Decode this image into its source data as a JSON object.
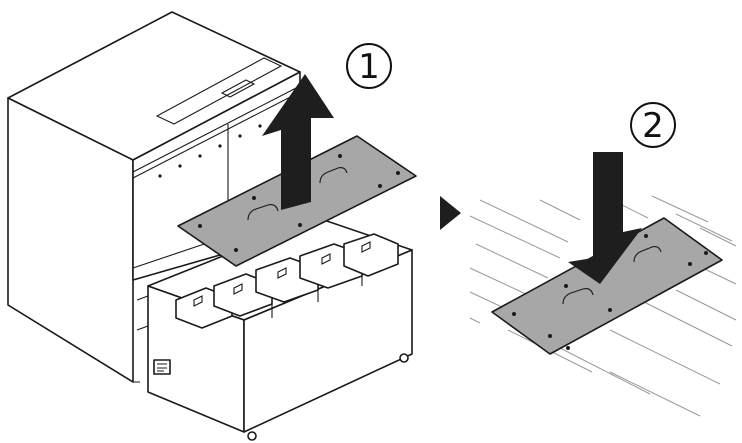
{
  "steps": [
    {
      "number": "1",
      "action": "lift-up"
    },
    {
      "number": "2",
      "action": "place-down"
    }
  ],
  "colors": {
    "line": "#1a1a1a",
    "plate": "#a7a7a7",
    "arrow": "#1e1e1e",
    "background": "#ffffff"
  },
  "icons": [
    "up-arrow-icon",
    "down-arrow-icon",
    "next-step-triangle-icon",
    "warning-label-icon"
  ]
}
